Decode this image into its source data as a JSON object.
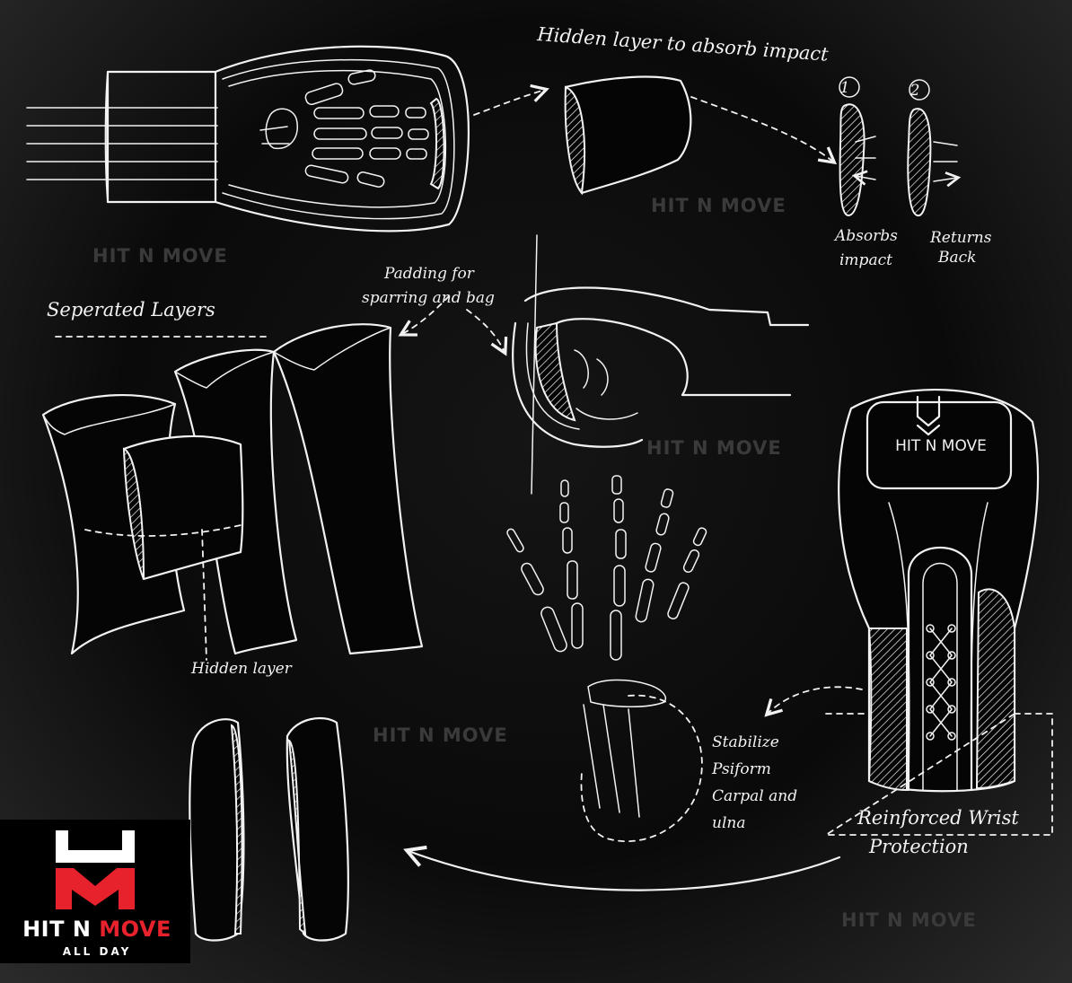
{
  "labels": {
    "hidden_layer_title": "Hidden layer to absorb impact",
    "step_1": "1",
    "step_2": "2",
    "absorbs_1": "Absorbs",
    "absorbs_2": "impact",
    "returns_1": "Returns",
    "returns_2": "Back",
    "separated_layers": "Seperated Layers",
    "padding_1": "Padding for",
    "padding_2": "sparring and bag",
    "hidden_layer": "Hidden layer",
    "stabilize_1": "Stabilize",
    "stabilize_2": "Psiform",
    "stabilize_3": "Carpal and",
    "stabilize_4": "ulna",
    "reinforced_1": "Reinforced Wrist",
    "reinforced_2": "Protection",
    "glove_brand": "HIT N MOVE"
  },
  "watermark": "HIT N MOVE",
  "logo": {
    "name_part1": "HIT N ",
    "name_part2": "MOVE",
    "tagline": "ALL DAY",
    "accent_color": "#e8222d"
  },
  "colors": {
    "background": "#0a0a0a",
    "ink": "#f2f2f2",
    "watermark": "#3a3a3a"
  }
}
